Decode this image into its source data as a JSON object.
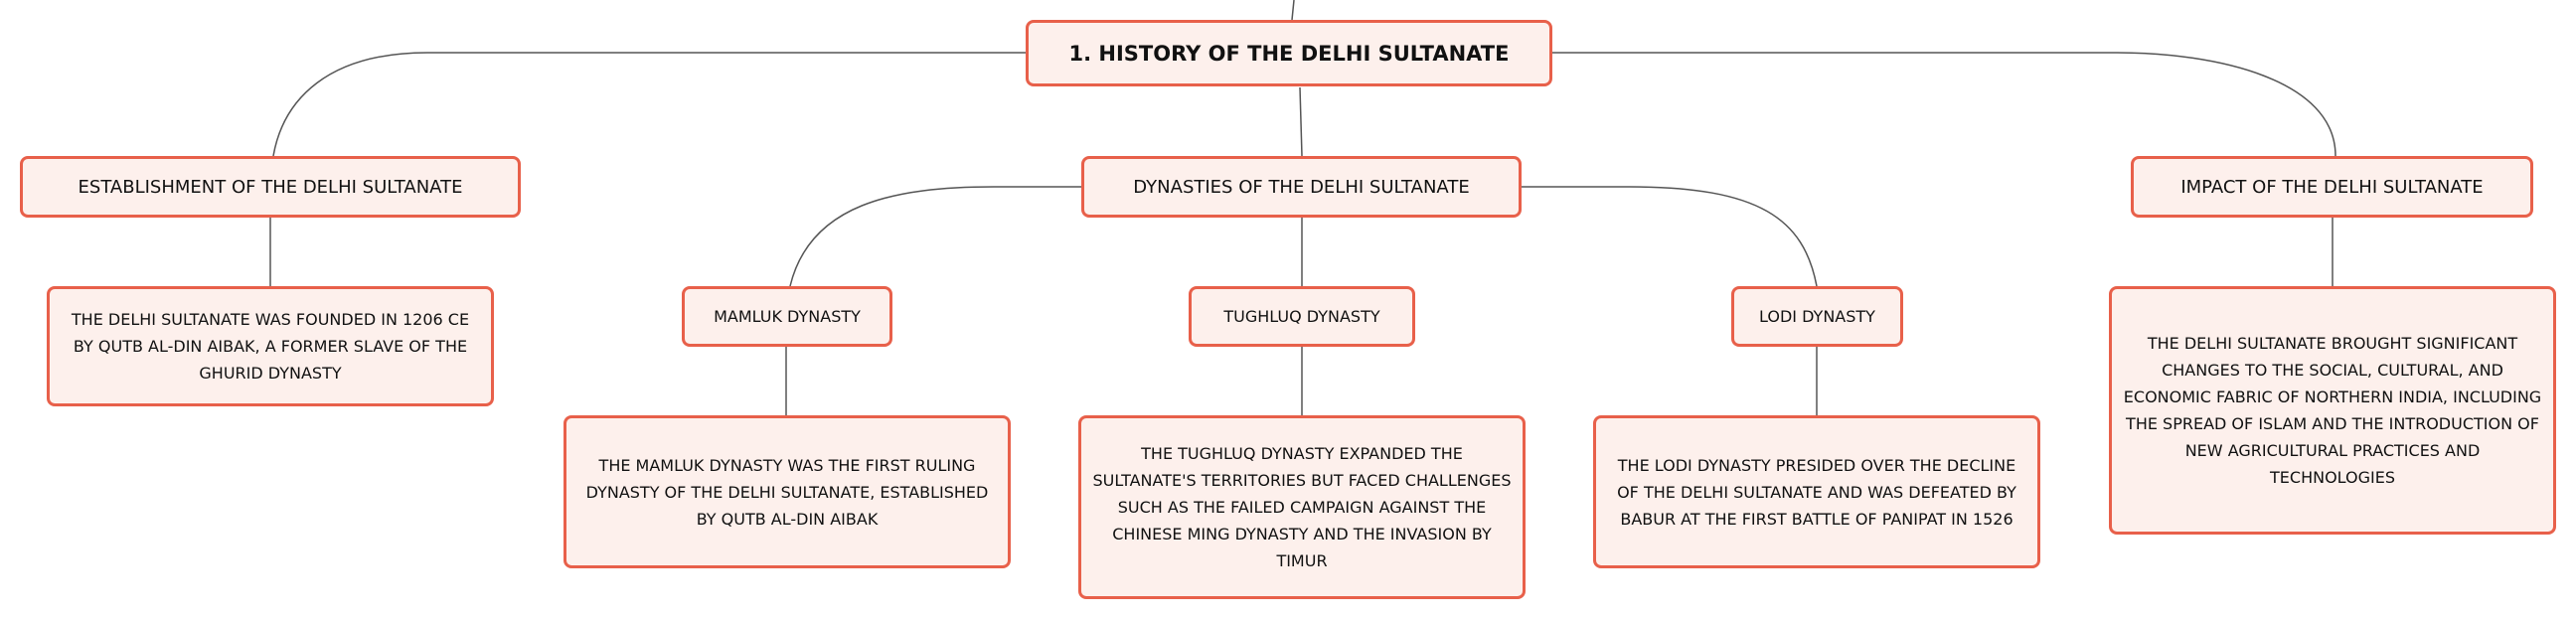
{
  "mindmap": {
    "root": "1. HISTORY OF THE DELHI SULTANATE",
    "establishment": {
      "title": "ESTABLISHMENT OF THE DELHI SULTANATE",
      "desc": "THE DELHI SULTANATE WAS FOUNDED IN 1206 CE BY QUTB AL-DIN AIBAK, A FORMER SLAVE OF THE GHURID DYNASTY"
    },
    "dynasties": {
      "title": "DYNASTIES OF THE DELHI SULTANATE",
      "mamluk": {
        "title": "MAMLUK DYNASTY",
        "desc": "THE MAMLUK DYNASTY WAS THE FIRST RULING DYNASTY OF THE DELHI SULTANATE, ESTABLISHED BY QUTB AL-DIN AIBAK"
      },
      "tughluq": {
        "title": "TUGHLUQ DYNASTY",
        "desc": "THE TUGHLUQ DYNASTY EXPANDED THE SULTANATE'S TERRITORIES BUT FACED CHALLENGES SUCH AS THE FAILED CAMPAIGN AGAINST THE CHINESE MING DYNASTY AND THE INVASION BY TIMUR"
      },
      "lodi": {
        "title": "LODI DYNASTY",
        "desc": "THE LODI DYNASTY PRESIDED OVER THE DECLINE OF THE DELHI SULTANATE AND WAS DEFEATED BY BABUR AT THE FIRST BATTLE OF PANIPAT IN 1526"
      }
    },
    "impact": {
      "title": "IMPACT OF THE DELHI SULTANATE",
      "desc": "THE DELHI SULTANATE BROUGHT SIGNIFICANT CHANGES TO THE SOCIAL, CULTURAL, AND ECONOMIC FABRIC OF NORTHERN INDIA, INCLUDING THE SPREAD OF ISLAM AND THE INTRODUCTION OF NEW AGRICULTURAL PRACTICES AND TECHNOLOGIES"
    }
  },
  "colors": {
    "node_border": "#e8604a",
    "node_fill": "#fdf0ec",
    "edge": "#555555"
  }
}
